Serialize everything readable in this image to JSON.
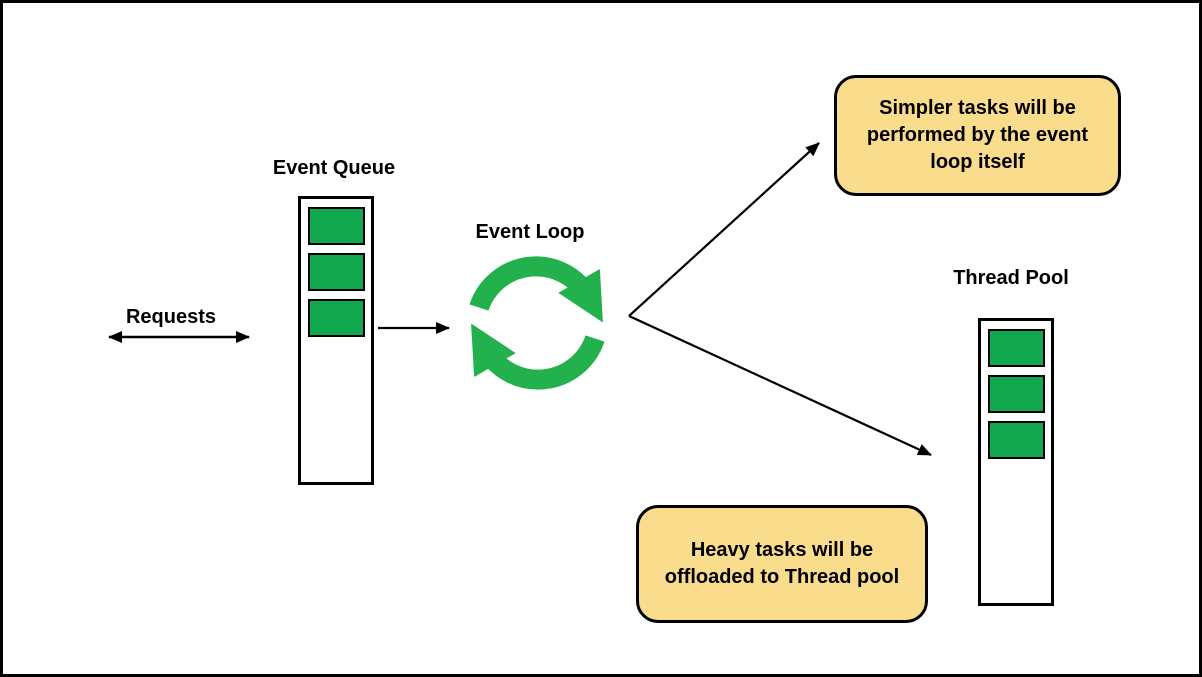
{
  "diagram": {
    "labels": {
      "requests": "Requests",
      "event_queue": "Event Queue",
      "event_loop": "Event Loop",
      "thread_pool": "Thread Pool"
    },
    "callouts": {
      "simpler_tasks": "Simpler tasks will be\nperformed by the event\nloop itself",
      "heavy_tasks": "Heavy tasks will be\noffloaded to Thread pool"
    },
    "queues": {
      "event_queue_items": 3,
      "thread_pool_items": 3
    },
    "icons": {
      "event_loop_icon": "circular-sync-arrows-icon"
    },
    "colors": {
      "task_green": "#12A84F",
      "loop_green": "#22B14C",
      "callout_yellow": "#F9DD8C",
      "ink": "#000000"
    }
  }
}
